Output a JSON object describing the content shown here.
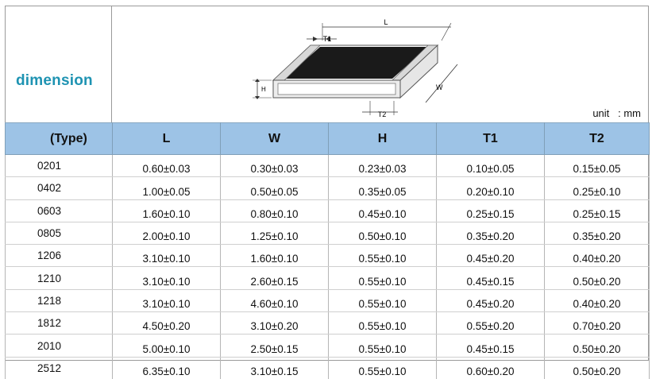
{
  "header": {
    "label": "dimension",
    "unit": "unit   : mm"
  },
  "diagram": {
    "labels": {
      "L": "L",
      "W": "W",
      "H": "H",
      "T1": "T1",
      "T2": "T2"
    }
  },
  "table": {
    "columns": [
      "(Type)",
      "L",
      "W",
      "H",
      "T1",
      "T2"
    ],
    "rows": [
      [
        "0201",
        "0.60±0.03",
        "0.30±0.03",
        "0.23±0.03",
        "0.10±0.05",
        "0.15±0.05"
      ],
      [
        "0402",
        "1.00±0.05",
        "0.50±0.05",
        "0.35±0.05",
        "0.20±0.10",
        "0.25±0.10"
      ],
      [
        "0603",
        "1.60±0.10",
        "0.80±0.10",
        "0.45±0.10",
        "0.25±0.15",
        "0.25±0.15"
      ],
      [
        "0805",
        "2.00±0.10",
        "1.25±0.10",
        "0.50±0.10",
        "0.35±0.20",
        "0.35±0.20"
      ],
      [
        "1206",
        "3.10±0.10",
        "1.60±0.10",
        "0.55±0.10",
        "0.45±0.20",
        "0.40±0.20"
      ],
      [
        "1210",
        "3.10±0.10",
        "2.60±0.15",
        "0.55±0.10",
        "0.45±0.15",
        "0.50±0.20"
      ],
      [
        "1218",
        "3.10±0.10",
        "4.60±0.10",
        "0.55±0.10",
        "0.45±0.20",
        "0.40±0.20"
      ],
      [
        "1812",
        "4.50±0.20",
        "3.10±0.20",
        "0.55±0.10",
        "0.55±0.20",
        "0.70±0.20"
      ],
      [
        "2010",
        "5.00±0.10",
        "2.50±0.15",
        "0.55±0.10",
        "0.45±0.15",
        "0.50±0.20"
      ],
      [
        "2512",
        "6.35±0.10",
        "3.10±0.15",
        "0.55±0.10",
        "0.60±0.20",
        "0.50±0.20"
      ]
    ]
  },
  "colors": {
    "header_bg": "#9dc3e6",
    "accent_text": "#1e93b2"
  }
}
